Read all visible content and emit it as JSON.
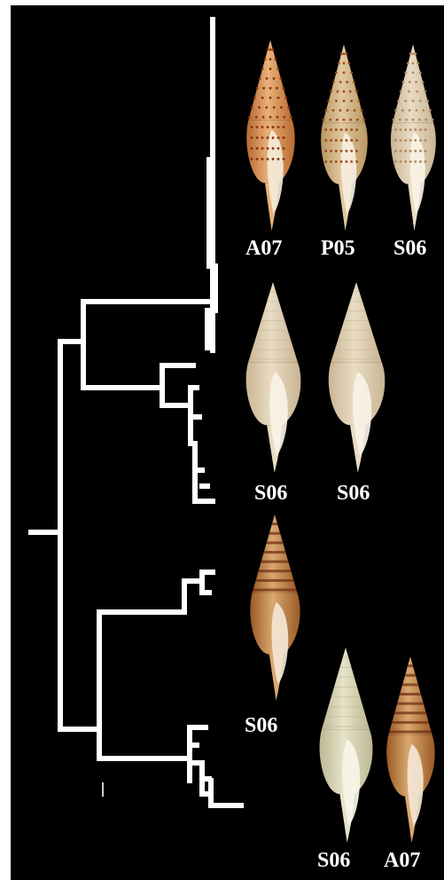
{
  "colors": {
    "background": "#000000",
    "tree": "#ffffff",
    "label": "#ffffff"
  },
  "labels": {
    "group1": [
      "A07",
      "P05",
      "S06"
    ],
    "group2": [
      "S06",
      "S06"
    ],
    "group3": [
      "S06"
    ],
    "group4": [
      "S06",
      "A07"
    ]
  },
  "shell_palettes": {
    "orange": {
      "base": "#e8b27a",
      "dark": "#b86a30",
      "dot": "#8a3010",
      "aperture": "#f4ead8"
    },
    "tan": {
      "base": "#e2c9a0",
      "dark": "#b99762",
      "dot": "#a04a22",
      "aperture": "#f6eede"
    },
    "cream": {
      "base": "#e9dcc4",
      "dark": "#c9b593",
      "dot": "#b08a60",
      "aperture": "#f8f2e6"
    },
    "brown": {
      "base": "#d9a870",
      "dark": "#9a5a26",
      "dot": "#6a2a10",
      "aperture": "#f3e6d2"
    },
    "ivory": {
      "base": "#e6e3c8",
      "dark": "#bdb894",
      "dot": "#c49a66",
      "aperture": "#f7f5e8"
    }
  }
}
